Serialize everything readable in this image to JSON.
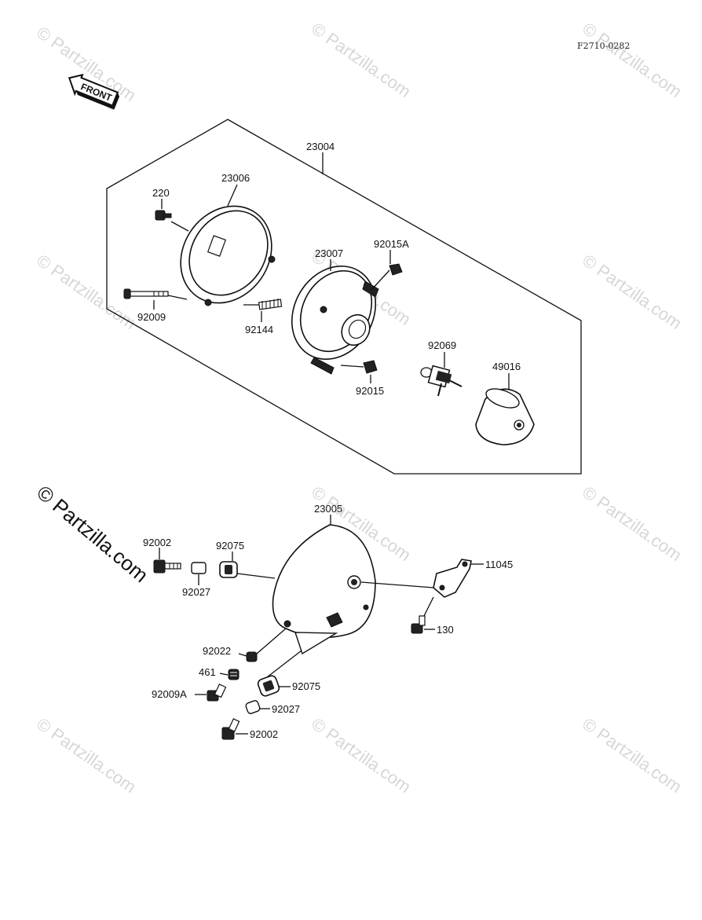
{
  "diagram_code": "F2710-0282",
  "front_label": "FRONT",
  "watermark_main": "© Partzilla.com",
  "watermark_tile": "© Partzilla.com",
  "parts": {
    "p23004": "23004",
    "p23006": "23006",
    "p220": "220",
    "p23007": "23007",
    "p92015A": "92015A",
    "p92009": "92009",
    "p92144": "92144",
    "p92069": "92069",
    "p49016": "49016",
    "p92015": "92015",
    "p23005": "23005",
    "p92002_top": "92002",
    "p92075_top": "92075",
    "p92027_top": "92027",
    "p11045": "11045",
    "p130": "130",
    "p92022": "92022",
    "p461": "461",
    "p92009A": "92009A",
    "p92075_bot": "92075",
    "p92027_bot": "92027",
    "p92002_bot": "92002"
  }
}
